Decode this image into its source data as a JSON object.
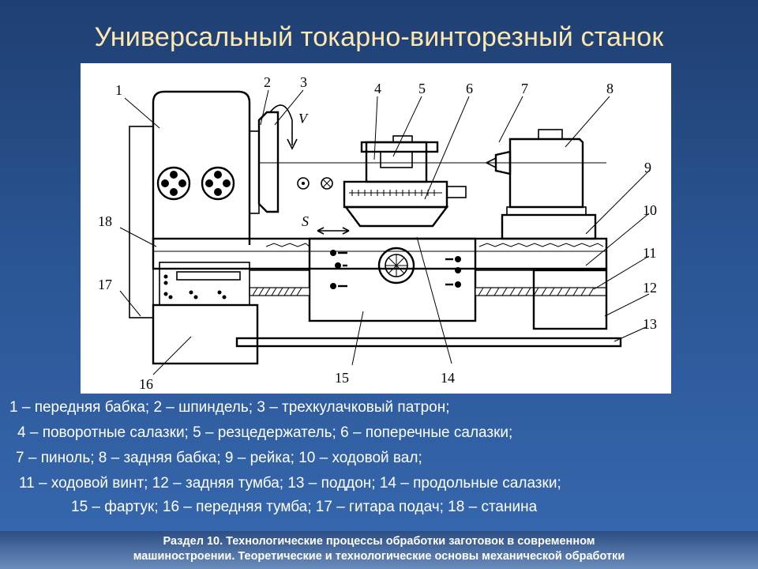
{
  "slide": {
    "title": "Универсальный токарно-винторезный станок"
  },
  "figure": {
    "labels": {
      "n1": "1",
      "n2": "2",
      "n3": "3",
      "n4": "4",
      "n5": "5",
      "n6": "6",
      "n7": "7",
      "n8": "8",
      "n9": "9",
      "n10": "10",
      "n11": "11",
      "n12": "12",
      "n13": "13",
      "n14": "14",
      "n15": "15",
      "n16": "16",
      "n17": "17",
      "n18": "18",
      "v": "V",
      "s": "S"
    }
  },
  "legend": {
    "line1": "1 – передняя бабка; 2 – шпиндель; 3 – трехкулачковый патрон;",
    "line2": "4 – поворотные салазки; 5 – резцедержатель; 6 – поперечные салазки;",
    "line3": "7 – пиноль; 8 – задняя бабка; 9 – рейка; 10 – ходовой вал;",
    "line4": "11 – ходовой винт; 12 – задняя тумба; 13 – поддон; 14 – продольные салазки;",
    "line5": "15 – фартук; 16 – передняя тумба; 17 – гитара подач; 18 – станина"
  },
  "footer": {
    "line1": "Раздел 10. Технологические процессы обработки заготовок в современном",
    "line2": "машиностроении. Теоретические и технологические основы механической обработки"
  }
}
